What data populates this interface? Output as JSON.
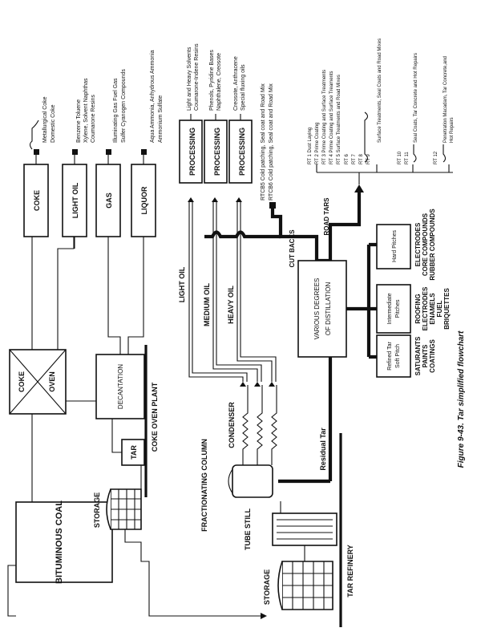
{
  "plant": {
    "coal": "BITUMINOUS COAL",
    "coke_oven_a": "COKE",
    "coke_oven_b": "OVEN",
    "coke_oven_plant": "COKE OVEN PLANT",
    "storage": "STORAGE",
    "tar": "TAR",
    "decantation": "DECANTATION",
    "coke": "COKE",
    "light_oil": "LIGHT OIL",
    "gas": "GAS",
    "liquor": "LIQUOR",
    "coke_products_1": "Metallurgical Coke",
    "coke_products_2": "Domestic Coke",
    "light_oil_products_1": "Benzene Toluene",
    "light_oil_products_2": "Xylene, Solvent Naphthas",
    "light_oil_products_3": "Coumarone Resins",
    "gas_products_1": "Illuminating Gas Fuel Gas",
    "gas_products_2": "Sulfer Cyanogen Compounds",
    "liquor_products_1": "Aqua Ammonia, Anhydrous Ammonia",
    "liquor_products_2": "Ammonium Sulfate"
  },
  "refinery": {
    "tar_refinery": "TAR REFINERY",
    "storage": "STORAGE",
    "tube_still": "TUBE STILL",
    "fractionating_column": "FRACTIONATING COLUMN",
    "condenser": "CONDENSER",
    "residual_tar": "Residual Tar",
    "light_oil": "LIGHT OIL",
    "medium_oil": "MEDIUM OIL",
    "heavy_oil": "HEAVY OIL",
    "processing": "PROCESSING",
    "light_oil_products_1": "Light and Heavy Solvents",
    "light_oil_products_2": "Coumarone-Indene Resins",
    "medium_oil_products_1": "Phenols, Pyridine Bases",
    "medium_oil_products_2": "Naphthalene, Creosote",
    "heavy_oil_products_1": "Creosote, Anthracene",
    "heavy_oil_products_2": "Special fluxing oils",
    "rtcb5": "RTCB5  Cold patching, Seal coat and Road Mix",
    "rtcb6": "RTCB6  Cold patching, Seal coat and Road Mix",
    "cut_backs": "CUT BACKS",
    "road_tars": "ROAD TARS",
    "distillation_1": "VARIOUS DEGREES",
    "distillation_2": "OF DISTILLATION",
    "refined_tar_1": "Refined Tar",
    "refined_tar_2": "Soft Pitch",
    "intermediate_1": "Intermediate",
    "intermediate_2": "Pitches",
    "hard_pitches": "Hard Pitches",
    "soft_uses": [
      "SATURANTS",
      "PAINTS",
      "COATINGS"
    ],
    "intermediate_uses": [
      "ROOFING",
      "ELECTRODES",
      "ENAMELS",
      "FUEL",
      "BRIQUETTES"
    ],
    "hard_uses": [
      "ELECTRODES",
      "CORE COMPOUNDS",
      "RUBBER COMPOUNDS"
    ]
  },
  "road_tar_grades": {
    "group1": [
      "RT 1   Dust Laying",
      "RT 2   Prime Coating",
      "RT 3   Prime Coating and Surface Treatments",
      "RT 4   Prime Coating and Surface Treaments",
      "RT 5   Surface Treatments and Road Mixes"
    ],
    "group2": [
      "RT 6",
      "RT 7",
      "RT 8",
      "RT 9"
    ],
    "group2_use": "Surface Treatments, Seal Coats and Road Mixes",
    "group3": [
      "RT 10",
      "RT 11"
    ],
    "group3_use": "Seal Coats, Tar Concrete and Hot Repairs",
    "group4": [
      "RT 12"
    ],
    "group4_use_1": "Penetration Macadam, Tar Concrete,and",
    "group4_use_2": "Hot Repairs"
  },
  "caption": "Figure 9-43.  Tar simplified flowchart"
}
